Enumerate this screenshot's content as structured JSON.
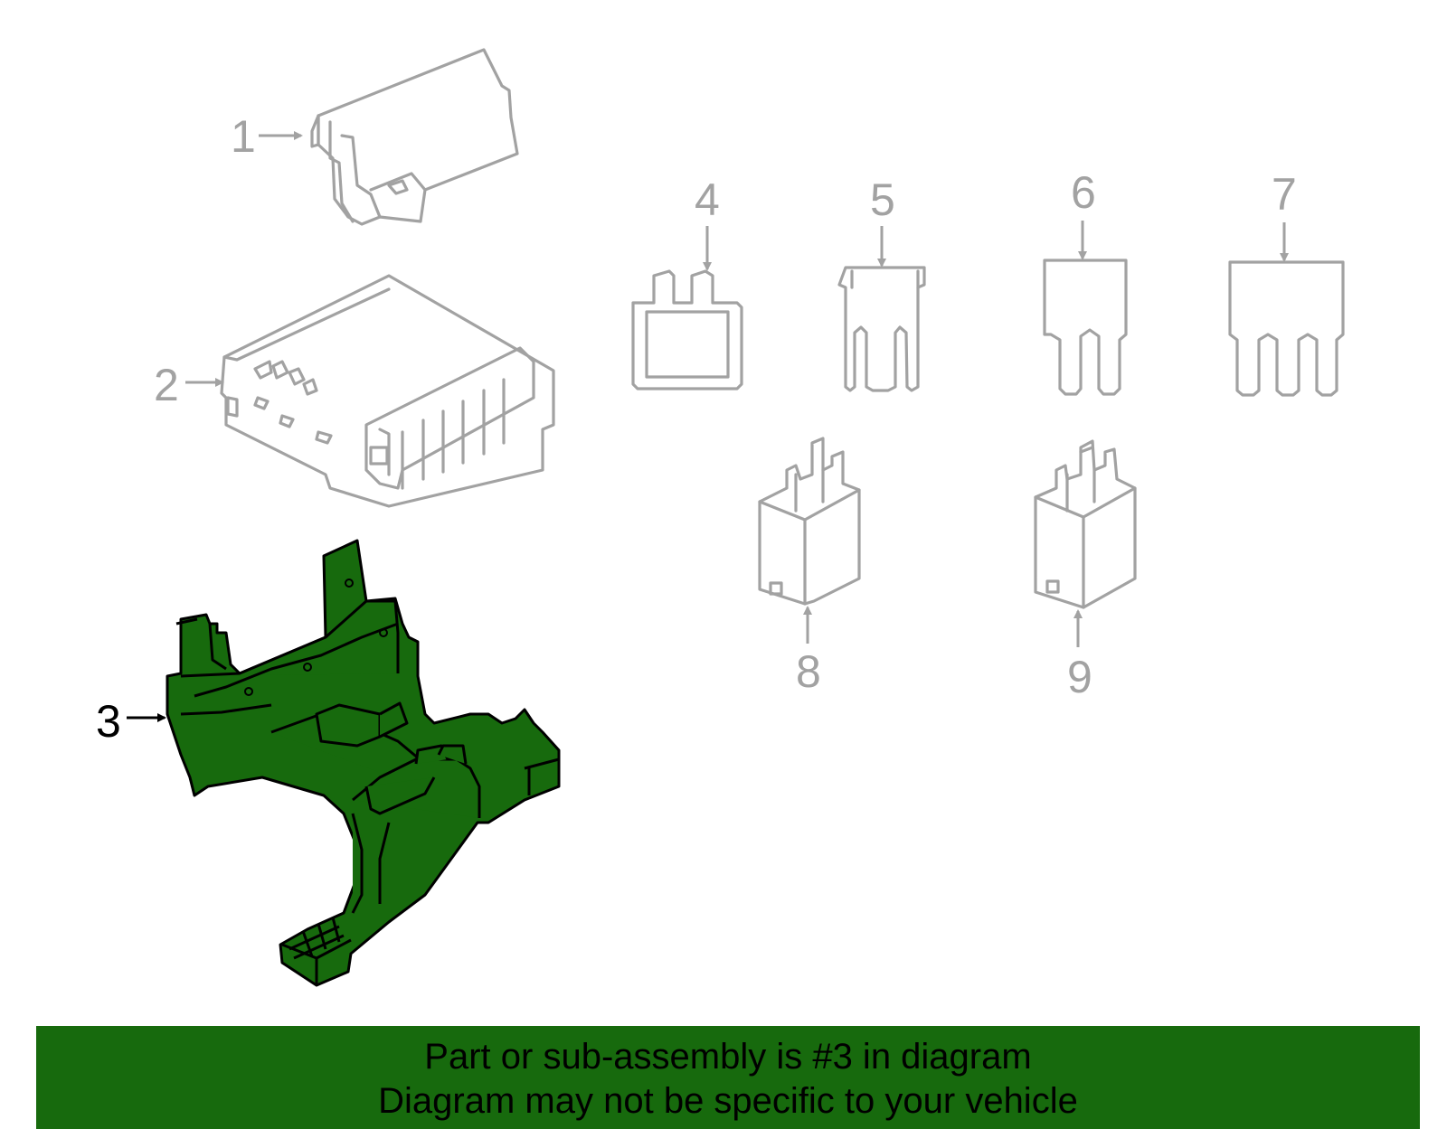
{
  "colors": {
    "highlight_fill": "#176a0d",
    "outline_gray": "#a2a2a2",
    "banner_bg": "#176a0d",
    "callout_highlighted": "#000000",
    "callout_normal": "#a2a2a2"
  },
  "callouts": {
    "c1": "1",
    "c2": "2",
    "c3": "3",
    "c4": "4",
    "c5": "5",
    "c6": "6",
    "c7": "7",
    "c8": "8",
    "c9": "9"
  },
  "highlighted_part": "3",
  "banner": {
    "line1": "Part or sub-assembly is #3 in diagram",
    "line2": "Diagram may not be specific to your vehicle"
  }
}
